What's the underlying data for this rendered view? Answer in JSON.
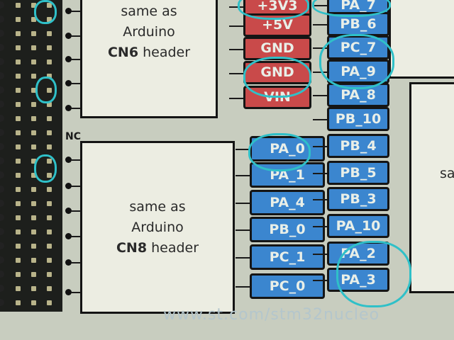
{
  "upper_box": {
    "line1": "same as",
    "line2": "Arduino",
    "line3_bold": "CN6",
    "line3_rest": " header"
  },
  "lower_box": {
    "line1": "same as",
    "line2": "Arduino",
    "line3_bold": "CN8",
    "line3_rest": " header"
  },
  "nc_label": "NC",
  "power_pins": [
    "+3V3",
    "+5V",
    "GND",
    "GND",
    "VIN"
  ],
  "left_blue_pins": [
    "PA_0",
    "PA_1",
    "PA_4",
    "PB_0",
    "PC_1",
    "PC_0"
  ],
  "right_blue_pins": [
    "PA_7",
    "PB_6",
    "PC_7",
    "PA_9",
    "PA_8",
    "PB_10",
    "PB_4",
    "PB_5",
    "PB_3",
    "PA_10",
    "PA_2",
    "PA_3"
  ],
  "right_box_partial": "sa",
  "footer_url": "www.st.com/stm32nucleo",
  "colors": {
    "power": "#c94a4a",
    "signal": "#3b86cf",
    "marker": "#2fc0c8"
  }
}
